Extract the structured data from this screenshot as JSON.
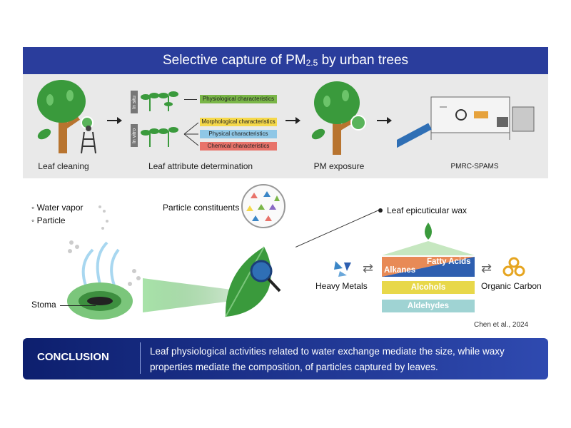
{
  "title": {
    "main": "Selective capture of PM",
    "sub": "2.5",
    "rest": " by urban trees"
  },
  "steps": {
    "leaf_cleaning": "Leaf cleaning",
    "leaf_attribute": "Leaf attribute determination",
    "pm_exposure": "PM exposure",
    "pmrc": "PMRC-SPAMS"
  },
  "tags": {
    "in_situ": "In situ",
    "in_vitro": "In vitro"
  },
  "characteristics": {
    "physiological": "Physiological characteristics",
    "morphological": "Morphological characteristics",
    "physical": "Physical characteristics",
    "chemical": "Chemical characteristics"
  },
  "colors": {
    "banner": "#2a3d9c",
    "physiological": "#7ab648",
    "morphological": "#f5d84a",
    "physical": "#8fc7e6",
    "chemical": "#e8736a",
    "leaf_green": "#3a9a3c",
    "trunk": "#b8742f"
  },
  "legend": {
    "water_vapor": "Water vapor",
    "particle": "Particle"
  },
  "labels": {
    "particle_constituents": "Particle constituents",
    "stoma": "Stoma",
    "leaf_wax": "Leaf epicuticular wax",
    "heavy_metals": "Heavy Metals",
    "organic_carbon": "Organic Carbon",
    "citation": "Chen et al., 2024"
  },
  "wax": {
    "fatty_acids": "Fatty Acids",
    "alkanes": "Alkanes",
    "alcohols": "Alcohols",
    "aldehydes": "Aldehydes"
  },
  "conclusion": {
    "title": "CONCLUSION",
    "text": "Leaf physiological activities related to water exchange mediate the size, while waxy properties mediate the composition, of particles captured by leaves."
  }
}
